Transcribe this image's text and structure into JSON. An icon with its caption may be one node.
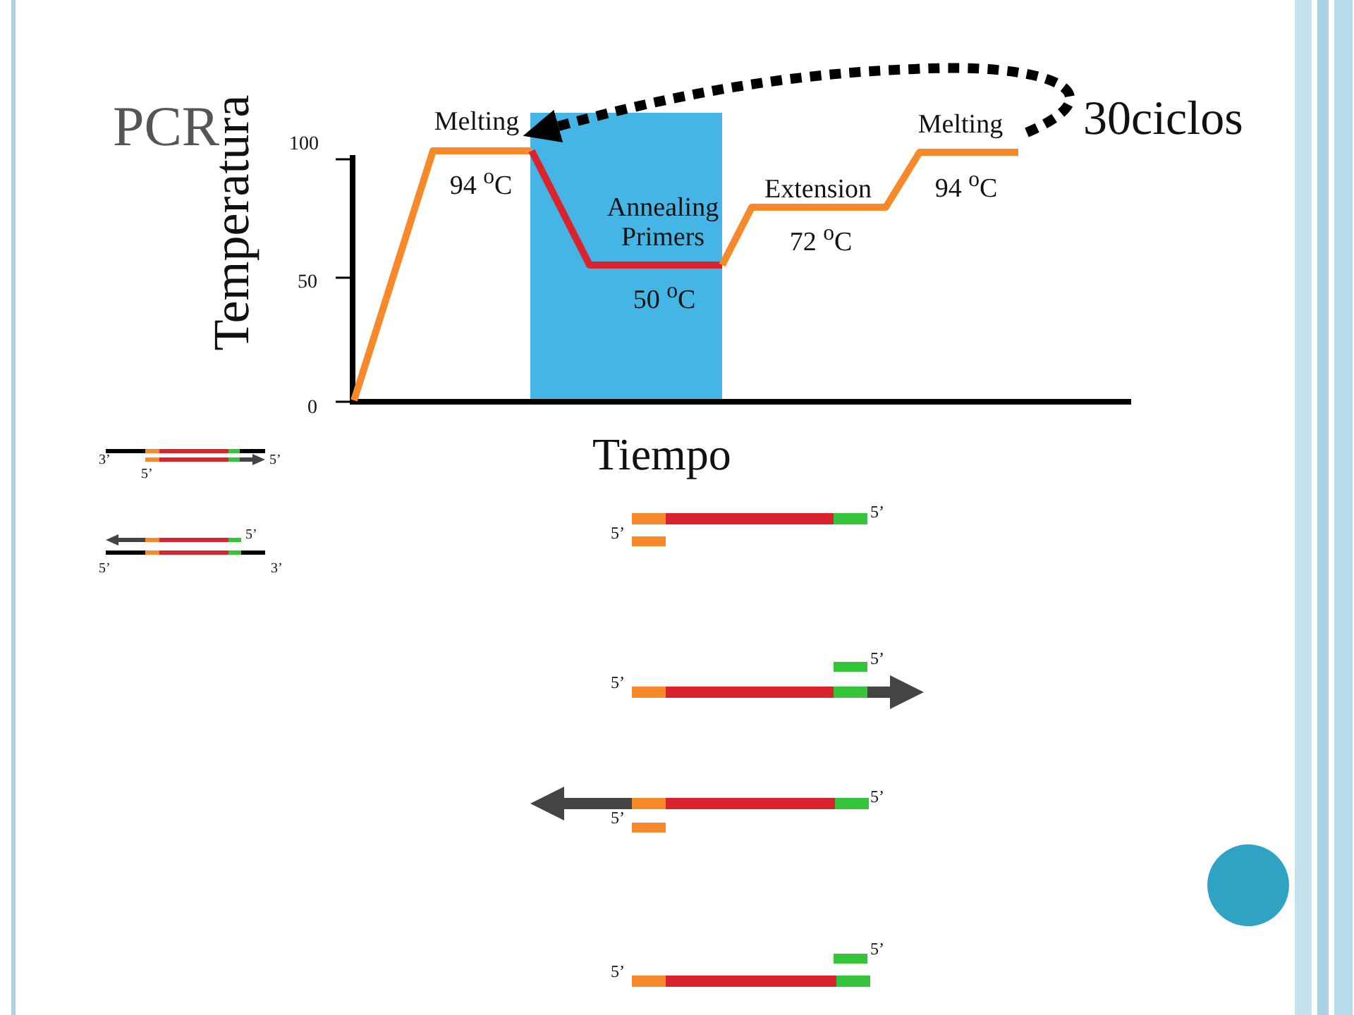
{
  "diagram": {
    "title": "PCR",
    "nodes": [
      {
        "text": [
          "Melting"
        ],
        "beside": [
          "94 $^{o}$C"
        ]
      },
      {
        "text": [
          "Melting"
        ],
        "beside": [
          "94 $^{o}$C"
        ]
      }
    ],
    "edges": [
      {
        "from": 1,
        "to": 0,
        "arrow": "to",
        "style": "dashed"
      }
    ],
    "labels": [
      "Temperatura",
      "100",
      "50",
      "0",
      "Annealing Primers",
      "50 $^{o}$C",
      "Extension",
      "72 $^{o}$C",
      "30ciclos",
      "Tiempo",
      "3’",
      "5’",
      "5’",
      "5’",
      "5’",
      "3’",
      "5’",
      "5’",
      "5’",
      "5’",
      "5’",
      "5’",
      "5’",
      "5’"
    ]
  }
}
